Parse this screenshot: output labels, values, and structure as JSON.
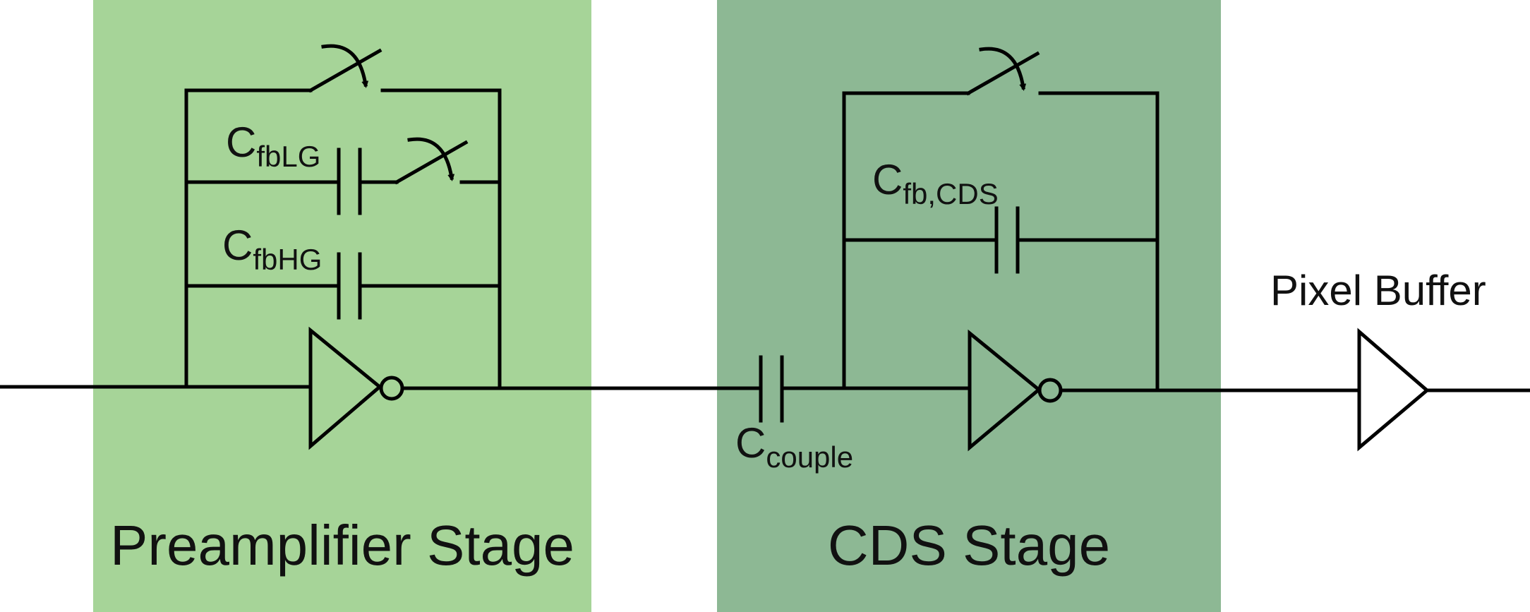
{
  "colors": {
    "preamp_stage_bg": "#a6d498",
    "cds_stage_bg": "#8db894",
    "wire": "#000000",
    "background": "#ffffff"
  },
  "stages": {
    "preamp": {
      "title": "Preamplifier Stage"
    },
    "cds": {
      "title": "CDS Stage"
    }
  },
  "labels": {
    "cfb_lg": {
      "main": "C",
      "sub": "fbLG"
    },
    "cfb_hg": {
      "main": "C",
      "sub": "fbHG"
    },
    "cfb_cds": {
      "main": "C",
      "sub": "fb,CDS"
    },
    "c_couple": {
      "main": "C",
      "sub": "couple"
    },
    "pixel_buffer": "Pixel Buffer"
  },
  "components": [
    "reset-switch-preamp",
    "gain-switch-lg",
    "capacitor-cfblg",
    "capacitor-cfbhg",
    "inverting-amplifier-preamp",
    "capacitor-ccouple",
    "reset-switch-cds",
    "capacitor-cfbcds",
    "inverting-amplifier-cds",
    "pixel-buffer-amplifier"
  ]
}
